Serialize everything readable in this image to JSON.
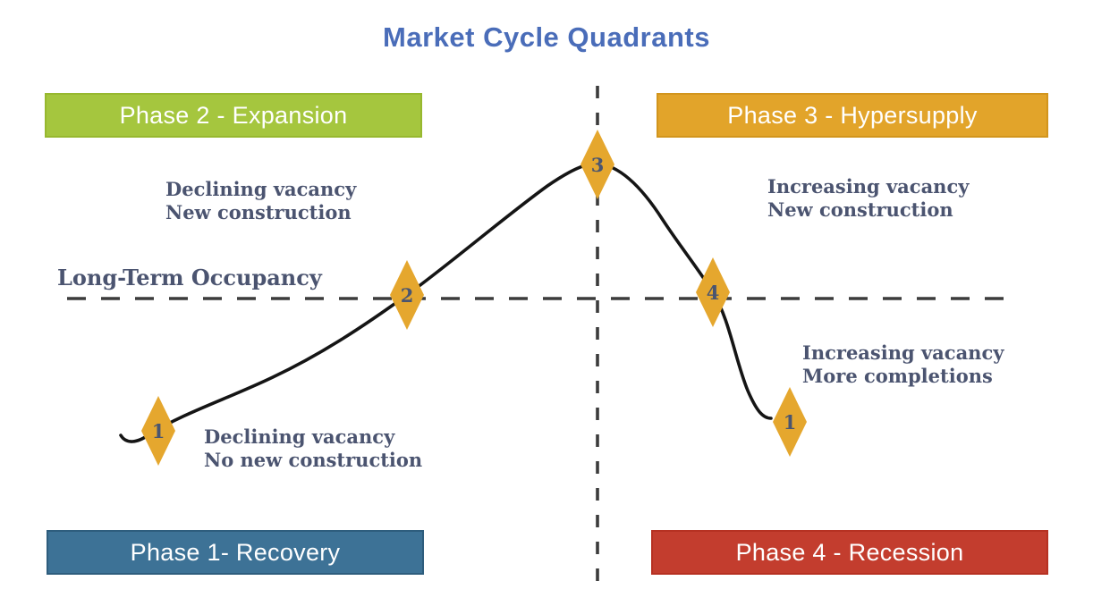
{
  "title": "Market Cycle Quadrants",
  "phases": {
    "expansion": {
      "label": "Phase 2 - Expansion",
      "color": "#a5c63e"
    },
    "hypersupply": {
      "label": "Phase 3 - Hypersupply",
      "color": "#e2a42a"
    },
    "recovery": {
      "label": "Phase 1- Recovery",
      "color": "#3d7296"
    },
    "recession": {
      "label": "Phase 4 - Recession",
      "color": "#c33d2e"
    }
  },
  "annotations": {
    "expansion": {
      "line1": "Declining vacancy",
      "line2": "New construction"
    },
    "hypersupply": {
      "line1": "Increasing vacancy",
      "line2": "New construction"
    },
    "recession": {
      "line1": "Increasing vacancy",
      "line2": "More completions"
    },
    "recovery": {
      "line1": "Declining vacancy",
      "line2": "No new construction"
    }
  },
  "baseline_label": "Long-Term Occupancy",
  "markers": [
    {
      "number": "1",
      "position": "recovery-start"
    },
    {
      "number": "2",
      "position": "expansion-baseline-crossing"
    },
    {
      "number": "3",
      "position": "cycle-peak"
    },
    {
      "number": "4",
      "position": "hypersupply-baseline-crossing"
    },
    {
      "number": "1",
      "position": "recession-end"
    }
  ],
  "colors": {
    "title_text": "#4a6db9",
    "curve": "#151515",
    "dashed_lines": "#3c3c3c",
    "marker_fill": "#e5a72e",
    "marker_number": "#4a5570",
    "annotation_text": "#4b5470",
    "phase_label_text": "#ffffff"
  }
}
